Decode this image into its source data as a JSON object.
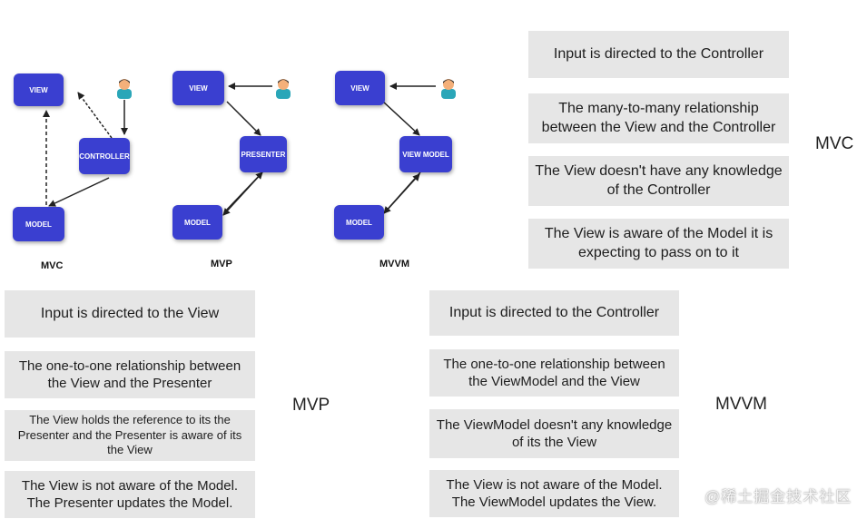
{
  "diagrams": {
    "mvc": {
      "caption": "MVC",
      "nodes": {
        "view": "VIEW",
        "controller": "CONTROLLER",
        "model": "MODEL"
      }
    },
    "mvp": {
      "caption": "MVP",
      "nodes": {
        "view": "VIEW",
        "presenter": "PRESENTER",
        "model": "MODEL"
      }
    },
    "mvvm": {
      "caption": "MVVM",
      "nodes": {
        "view": "VIEW",
        "viewmodel": "VIEW MODEL",
        "model": "MODEL"
      }
    }
  },
  "mvc_panel": {
    "label": "MVC",
    "items": [
      "Input is directed to the Controller",
      "The many-to-many relationship between the View and the Controller",
      "The View doesn't have any knowledge of the Controller",
      "The View is aware of the Model it is expecting to pass on to it"
    ]
  },
  "mvp_panel": {
    "label": "MVP",
    "items": [
      "Input is directed to the View",
      "The one-to-one relationship between the View and the Presenter",
      "The View holds the reference to its the Presenter and the Presenter is aware of its the View",
      "The View is not aware of the Model. The Presenter updates the Model."
    ]
  },
  "mvvm_panel": {
    "label": "MVVM",
    "items": [
      "Input is directed to the Controller",
      "The one-to-one relationship between the ViewModel and the View",
      "The ViewModel doesn't any knowledge of its the View",
      "The View is not aware of the Model. The ViewModel updates the View."
    ]
  },
  "watermark": "@稀土掘金技术社区",
  "colors": {
    "node": "#3a3fd0",
    "box": "#e6e6e6",
    "user_shirt": "#2aa6b8",
    "user_skin": "#f4b07a",
    "user_hair": "#2c2c2c"
  }
}
